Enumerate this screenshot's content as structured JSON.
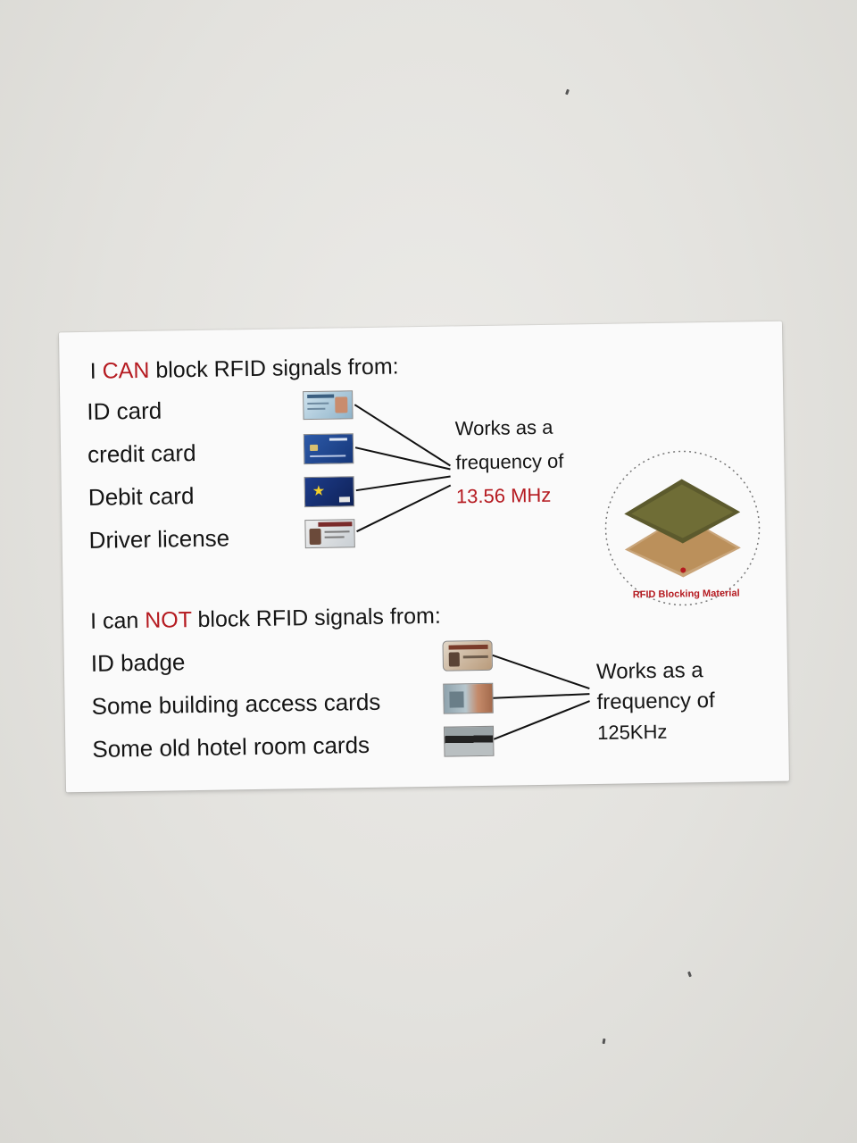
{
  "can_block": {
    "heading_pre": "I ",
    "heading_emph": "CAN",
    "heading_post": " block RFID signals from:",
    "items": [
      "ID card",
      "credit card",
      "Debit card",
      "Driver license"
    ],
    "freq_line1": "Works as a",
    "freq_line2": "frequency of",
    "freq_value": "13.56 MHz"
  },
  "cannot_block": {
    "heading_pre": "I can ",
    "heading_emph": "NOT",
    "heading_post": " block RFID signals from:",
    "items": [
      "ID badge",
      "Some building access cards",
      "Some old hotel room cards"
    ],
    "freq_line1": "Works as a",
    "freq_line2": "frequency of",
    "freq_value": "125KHz"
  },
  "icon": {
    "label": "RFID Blocking Material",
    "name": "rfid-blocking-material-icon"
  },
  "colors": {
    "emphasis": "#b51a20",
    "text": "#151515",
    "card": "#fafafa"
  }
}
